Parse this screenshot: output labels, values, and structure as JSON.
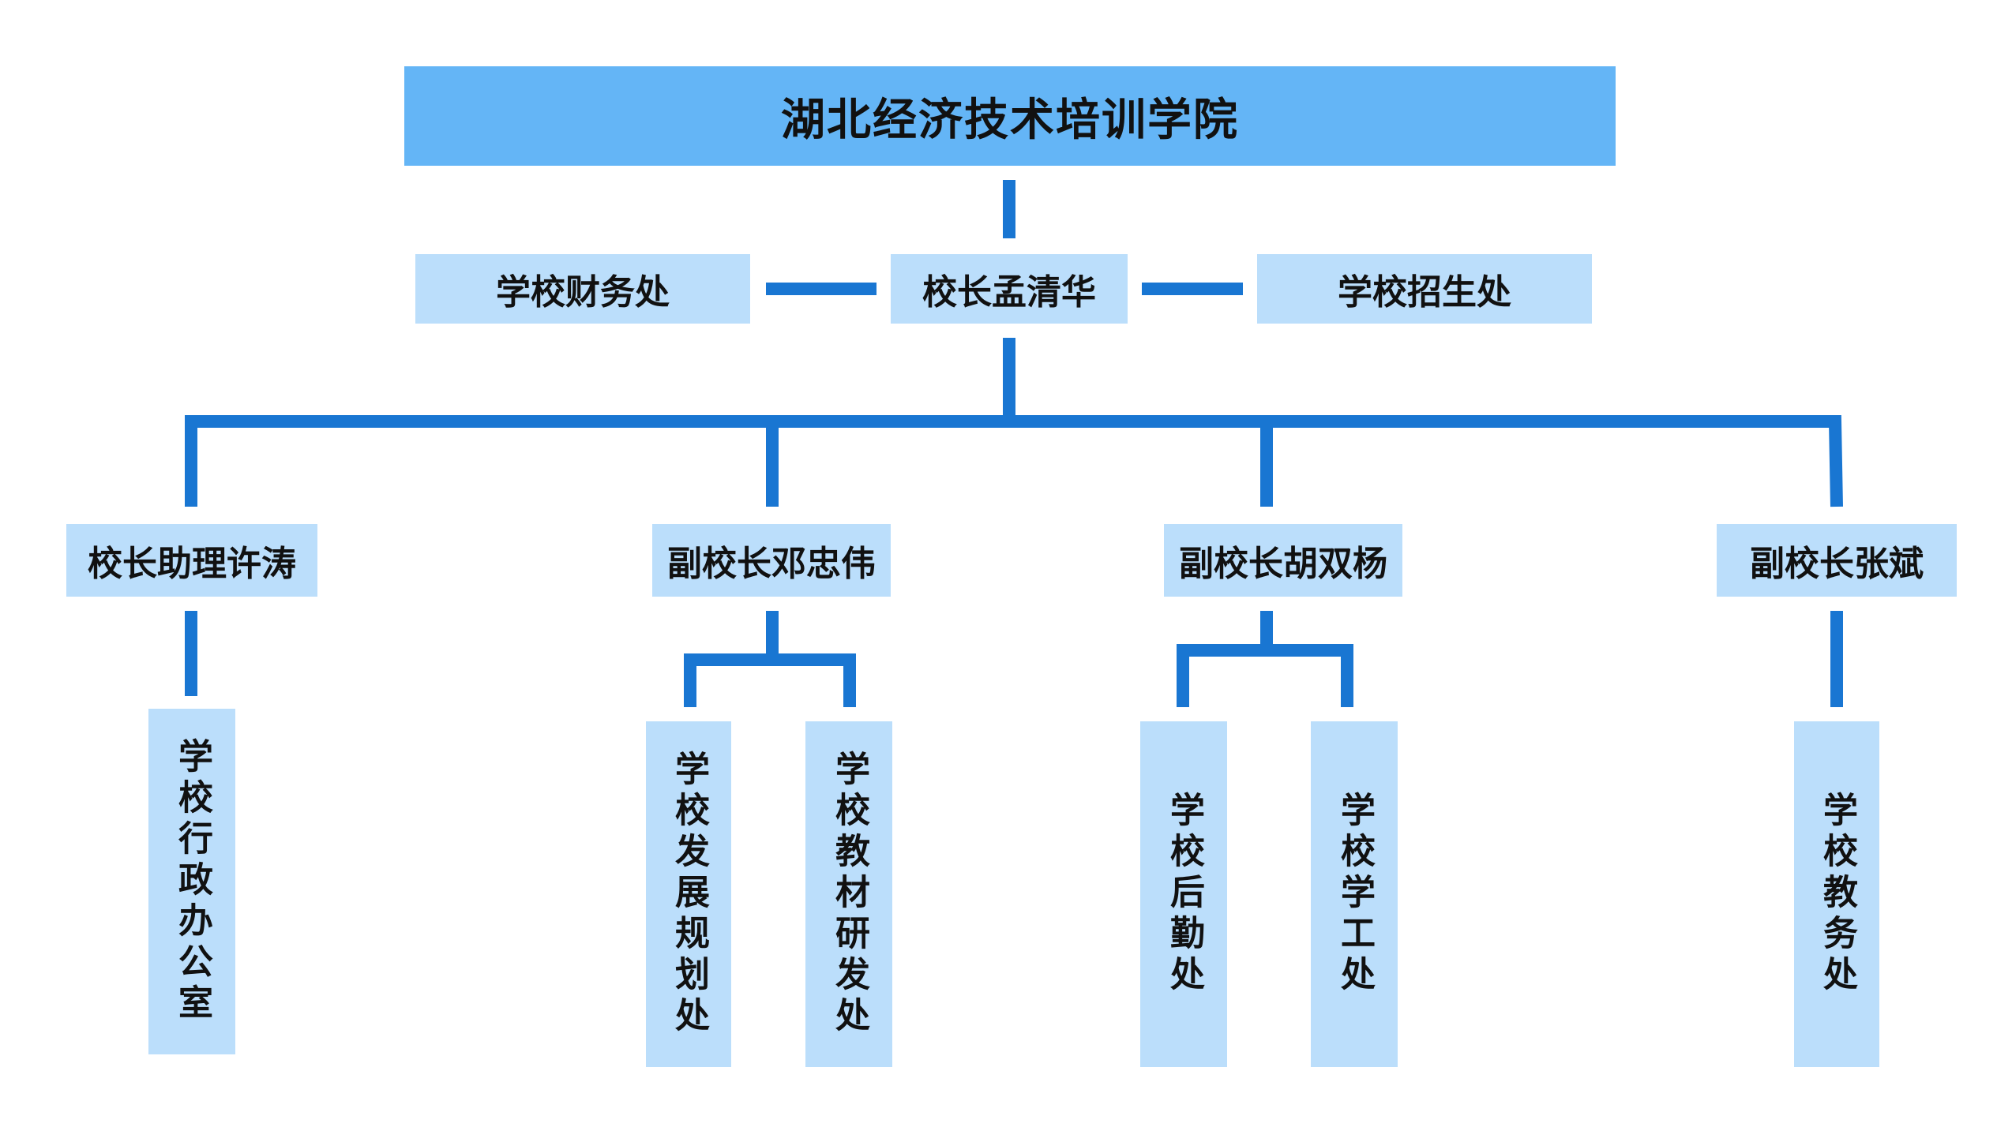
{
  "title": "湖北经济技术培训学院",
  "colors": {
    "root_fill": "#64b5f6",
    "node_fill": "#bbdefb",
    "connector": "#1976d2",
    "text": "#111111"
  },
  "principal": "校长孟清华",
  "side_departments": {
    "left": "学校财务处",
    "right": "学校招生处"
  },
  "deputies": [
    {
      "name": "校长助理许涛",
      "departments": [
        "学校行政办公室"
      ]
    },
    {
      "name": "副校长邓忠伟",
      "departments": [
        "学校发展规划处",
        "学校教材研发处"
      ]
    },
    {
      "name": "副校长胡双杨",
      "departments": [
        "学校后勤处",
        "学校学工处"
      ]
    },
    {
      "name": "副校长张斌",
      "departments": [
        "学校教务处"
      ]
    }
  ]
}
